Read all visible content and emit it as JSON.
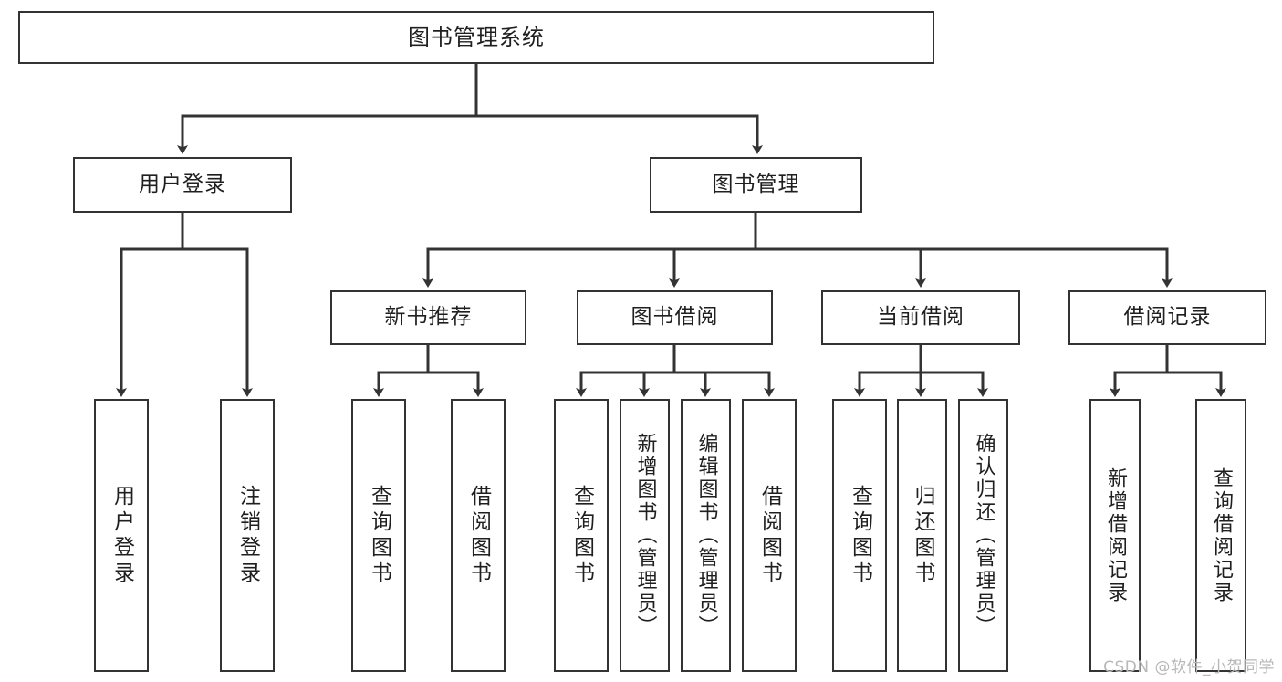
{
  "diagram": {
    "type": "tree",
    "title": "图书管理系统",
    "root": {
      "label": "图书管理系统"
    },
    "level2": [
      {
        "label": "用户登录"
      },
      {
        "label": "图书管理"
      }
    ],
    "level3": [
      {
        "label": "新书推荐"
      },
      {
        "label": "图书借阅"
      },
      {
        "label": "当前借阅"
      },
      {
        "label": "借阅记录"
      }
    ],
    "leaves": {
      "user_login": [
        {
          "label": "用户登录"
        },
        {
          "label": "注销登录"
        }
      ],
      "new_book_recommend": [
        {
          "label": "查询图书"
        },
        {
          "label": "借阅图书"
        }
      ],
      "book_borrow": [
        {
          "label": "查询图书"
        },
        {
          "label": "新增图书（管理员）"
        },
        {
          "label": "编辑图书（管理员）"
        },
        {
          "label": "借阅图书"
        }
      ],
      "current_borrow": [
        {
          "label": "查询图书"
        },
        {
          "label": "归还图书"
        },
        {
          "label": "确认归还（管理员）"
        }
      ],
      "borrow_record": [
        {
          "label": "新增借阅记录"
        },
        {
          "label": "查询借阅记录"
        }
      ]
    }
  },
  "watermark": {
    "text": "CSDN @软件_小贺同学"
  },
  "colors": {
    "box_border": "#333333",
    "box_fill": "#ffffff",
    "text": "#1f1f1f",
    "connector": "#333333",
    "watermark": "#b8b8b8",
    "background": "#ffffff"
  }
}
